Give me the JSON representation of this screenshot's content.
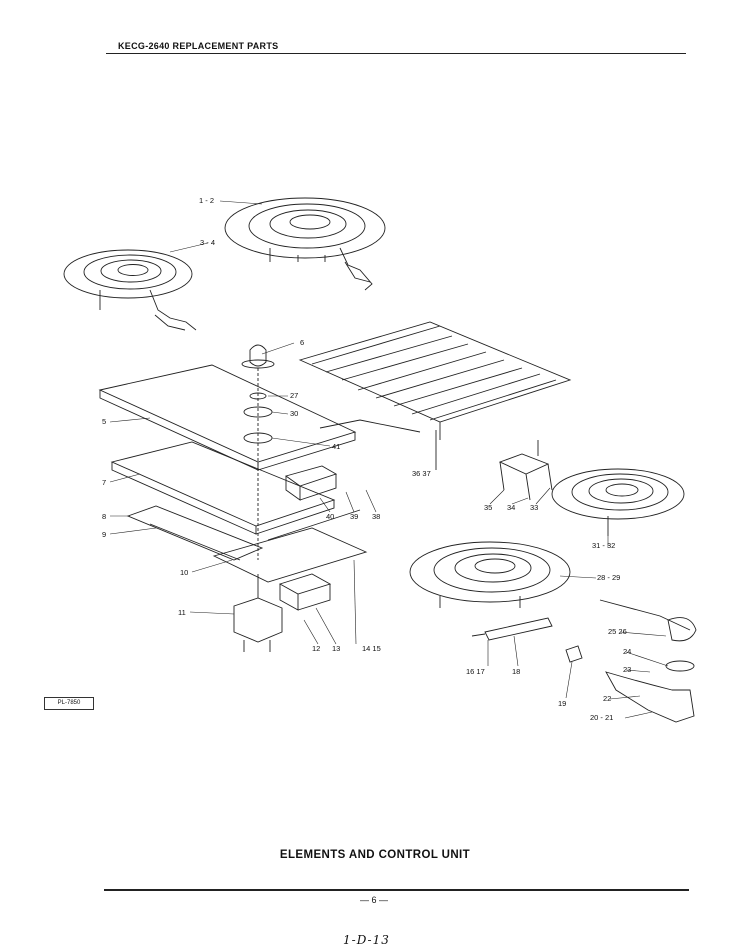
{
  "header": {
    "title": "KECG-2640 REPLACEMENT PARTS"
  },
  "caption": "ELEMENTS AND CONTROL UNIT",
  "page_number": "— 6 —",
  "handwritten_note": "1-D-13",
  "stamp_text": "PL-7850",
  "callouts": {
    "c1_2": "1 - 2",
    "c3_4": "3 - 4",
    "c5": "5",
    "c6": "6",
    "c7": "7",
    "c8": "8",
    "c9": "9",
    "c10": "10",
    "c11": "11",
    "c12": "12",
    "c13": "13",
    "c14_15": "14  15",
    "c16_17": "16  17",
    "c18": "18",
    "c19": "19",
    "c20_21": "20 - 21",
    "c22": "22",
    "c23": "23",
    "c24": "24",
    "c25_26": "25  26",
    "c27": "27",
    "c28_29": "28 - 29",
    "c30": "30",
    "c31_32": "31 - 32",
    "c33": "33",
    "c34": "34",
    "c35": "35",
    "c36_37": "36  37",
    "c38": "38",
    "c39": "39",
    "c40": "40",
    "c41": "41"
  }
}
